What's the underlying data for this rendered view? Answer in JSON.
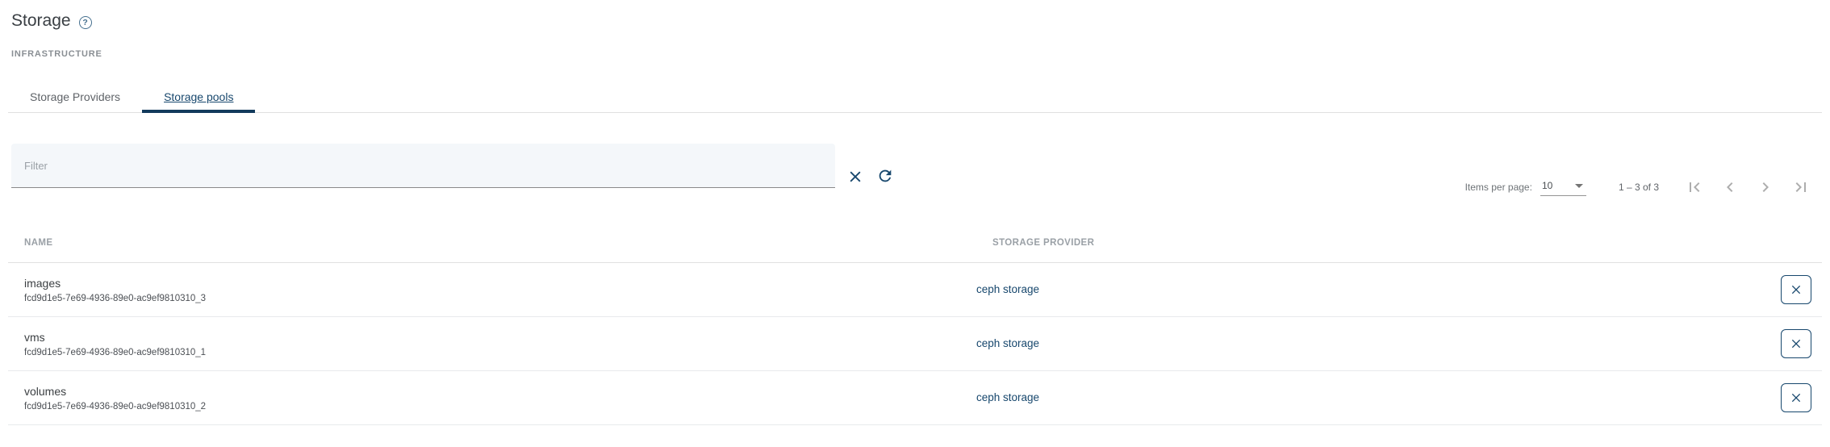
{
  "page": {
    "title": "Storage",
    "section_label": "INFRASTRUCTURE"
  },
  "icons": {
    "help": "?",
    "clear_filter": "close-x",
    "refresh": "circular-arrow",
    "select_arrow": "triangle-down",
    "delete_row": "close-x",
    "pager": [
      "first-page",
      "previous-page",
      "next-page",
      "last-page"
    ]
  },
  "colors": {
    "accent_navy": "#17476d",
    "tab_indicator": "#123a5c",
    "filter_background": "#f4f7fa",
    "header_text": "#9aa0a6"
  },
  "tabs": [
    {
      "label": "Storage Providers",
      "active": false
    },
    {
      "label": "Storage pools",
      "active": true
    }
  ],
  "filter": {
    "placeholder": "Filter",
    "value": ""
  },
  "paginator": {
    "items_per_page_label": "Items per page:",
    "items_per_page_value": "10",
    "range_label": "1 – 3 of 3"
  },
  "table": {
    "columns": [
      "NAME",
      "STORAGE PROVIDER"
    ],
    "rows": [
      {
        "name": "images",
        "id": "fcd9d1e5-7e69-4936-89e0-ac9ef9810310_3",
        "provider": "ceph storage"
      },
      {
        "name": "vms",
        "id": "fcd9d1e5-7e69-4936-89e0-ac9ef9810310_1",
        "provider": "ceph storage"
      },
      {
        "name": "volumes",
        "id": "fcd9d1e5-7e69-4936-89e0-ac9ef9810310_2",
        "provider": "ceph storage"
      }
    ]
  }
}
